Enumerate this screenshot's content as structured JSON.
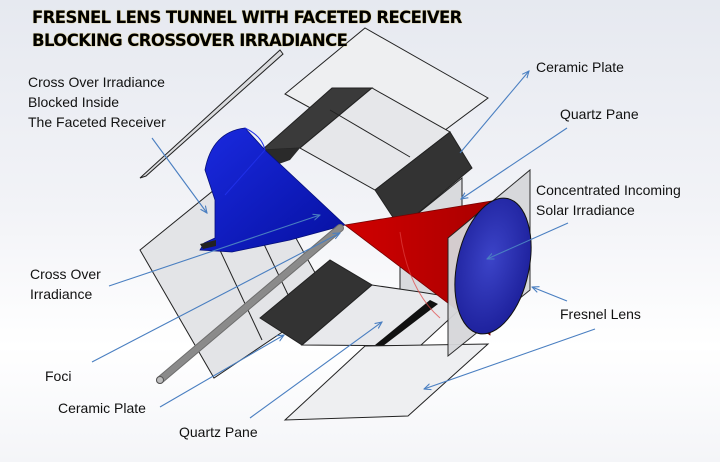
{
  "title": {
    "line1": "FRESNEL LENS TUNNEL WITH FACETED  RECEIVER",
    "line2": "BLOCKING CROSSOVER IRRADIANCE"
  },
  "labels": {
    "blocked": [
      "Cross Over Irradiance",
      "Blocked Inside",
      "The Faceted  Receiver"
    ],
    "cross_over": [
      "Cross Over",
      "Irradiance"
    ],
    "foci": "Foci",
    "ceramic_plate_left": "Ceramic Plate",
    "quartz_pane_bottom": "Quartz Pane",
    "ceramic_plate_top": "Ceramic Plate",
    "quartz_pane_top": "Quartz Pane",
    "concentrated": [
      "Concentrated Incoming",
      "Solar Irradiance"
    ],
    "fresnel_lens": "Fresnel Lens"
  },
  "colors": {
    "receiver_blue": "#0a16c8",
    "cone_red": "#c00000",
    "lens_blue": "#2a2fb8",
    "ceramic": "#333333",
    "quartz": "#e4e5e8",
    "arrow": "#4a7fc1",
    "rod": "#a0a0a0"
  }
}
